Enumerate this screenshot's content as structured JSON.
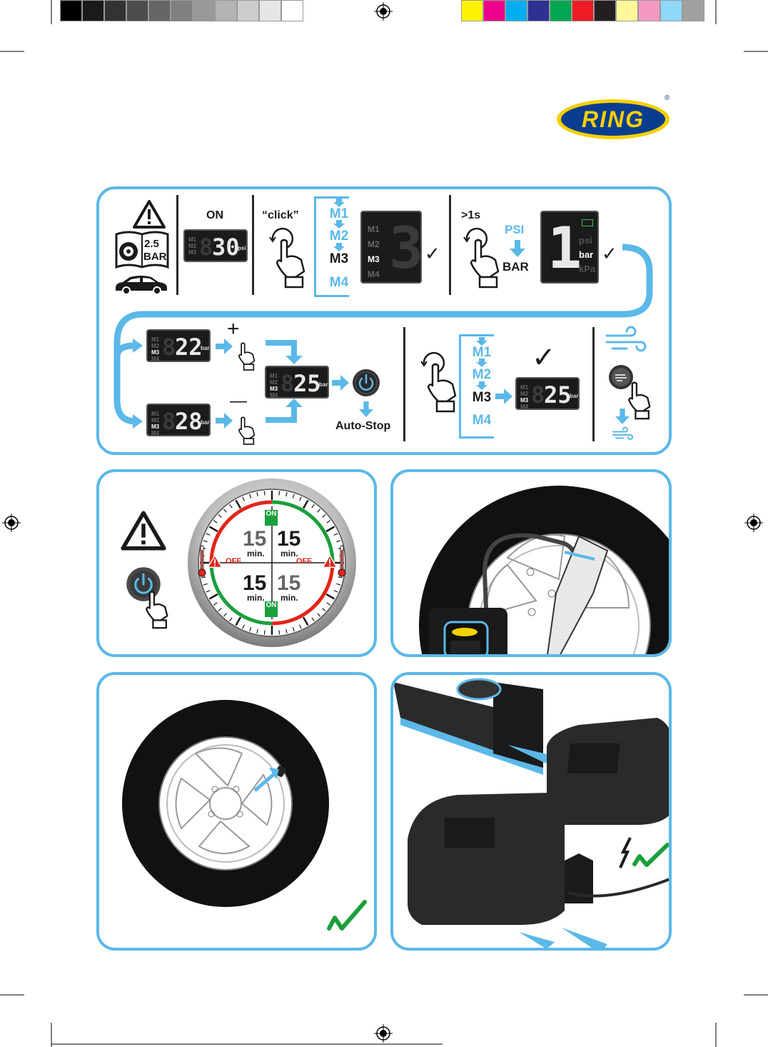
{
  "brand": {
    "logo_text": "RING",
    "registered": "®"
  },
  "print_marks": {
    "grey_swatches": [
      "#000000",
      "#1a1a1a",
      "#333333",
      "#4d4d4d",
      "#666666",
      "#808080",
      "#999999",
      "#b3b3b3",
      "#cccccc",
      "#e6e6e6",
      "#ffffff"
    ],
    "color_swatches": [
      "#fff200",
      "#ec008c",
      "#00aeef",
      "#2e3192",
      "#00a651",
      "#ed1c24",
      "#231f20",
      "#fff799",
      "#f49ac1",
      "#8ed8f8",
      "#a0a0a0"
    ]
  },
  "colors": {
    "accent": "#5bb8e8",
    "green": "#1a9f3c",
    "red": "#e1251b",
    "dark": "#1b1b1b"
  },
  "step1": {
    "tyre_pressure": "2.5",
    "tyre_unit": "BAR",
    "on_label": "ON",
    "on_display": "30",
    "on_unit": "psi",
    "click_label": "“click”",
    "modes": [
      "M1",
      "M2",
      "M3",
      "M4"
    ],
    "mode_display": "3",
    "hold_label": ">1s",
    "unit_from": "PSI",
    "unit_to": "BAR",
    "unit_display": "1",
    "units": [
      "psi",
      "bar",
      "kPa"
    ]
  },
  "step2": {
    "display_high": "22",
    "display_low": "28",
    "display_target": "25",
    "unit": "bar",
    "plus_sign": "+",
    "minus_sign": "—",
    "auto_stop": "Auto-Stop",
    "modes": [
      "M1",
      "M2",
      "M3",
      "M4"
    ],
    "result_display": "25"
  },
  "duty_cycle": {
    "minutes": [
      "15",
      "15",
      "15",
      "15"
    ],
    "min_label": "min.",
    "on_label": "ON",
    "off_label": "OFF"
  }
}
